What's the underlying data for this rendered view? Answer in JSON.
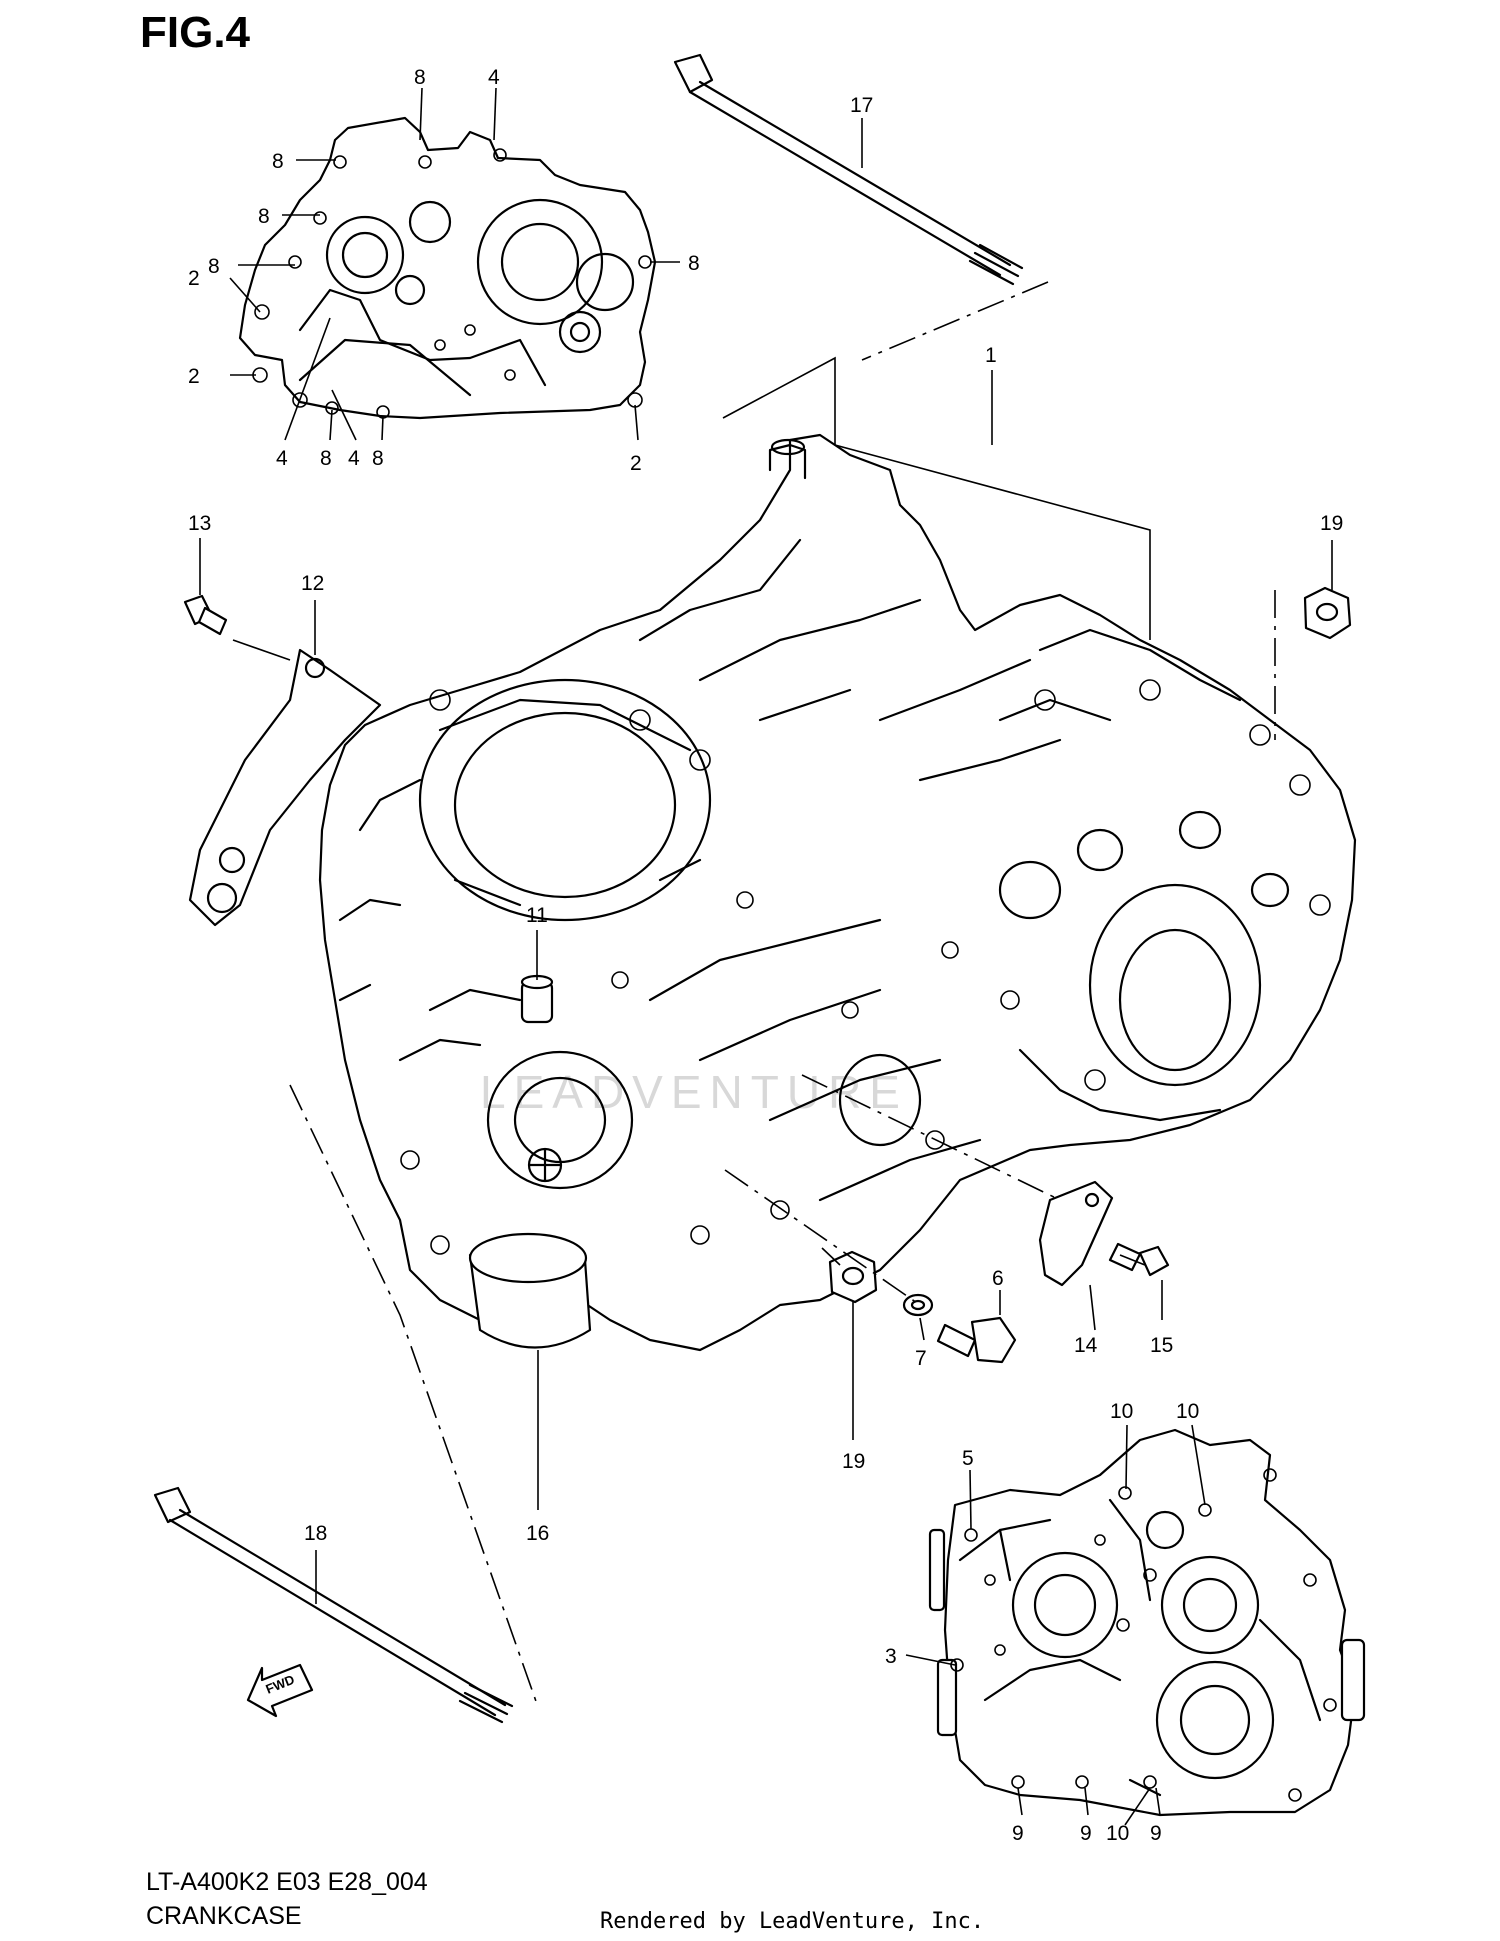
{
  "figure": {
    "title": "FIG.4",
    "model_code": "LT-A400K2 E03 E28_004",
    "section_name": "CRANKCASE",
    "credit": "Rendered by LeadVenture, Inc.",
    "watermark": "LEADVENTURE"
  },
  "callouts": [
    "1",
    "2",
    "3",
    "4",
    "5",
    "6",
    "7",
    "8",
    "9",
    "10",
    "11",
    "12",
    "13",
    "14",
    "15",
    "16",
    "17",
    "18",
    "19"
  ],
  "direction_marker": {
    "label": "FWD",
    "icon": "forward-arrow-icon"
  },
  "colors": {
    "line": "#000000",
    "background": "#ffffff",
    "watermark": "#d8d8d8"
  }
}
